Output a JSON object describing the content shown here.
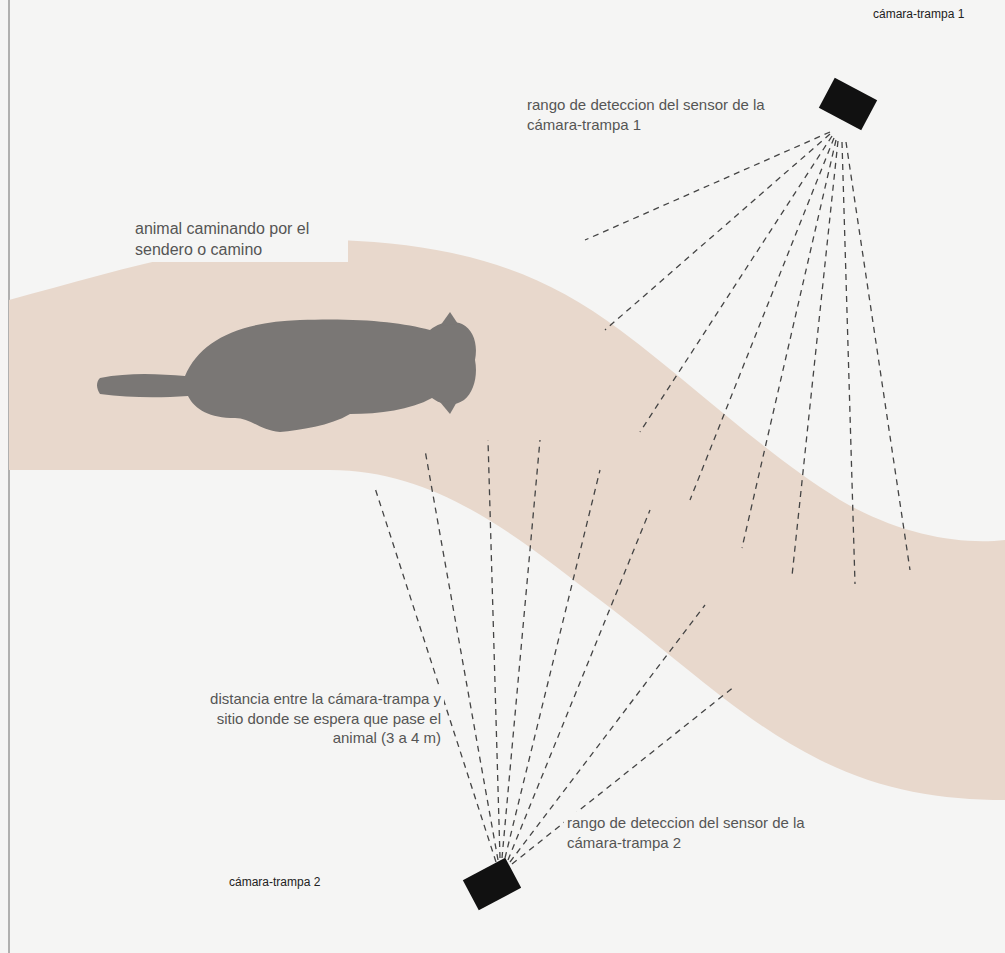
{
  "diagram": {
    "labels": [
      "cámara-trampa 1",
      "rango de deteccion del sensor de la cámara-trampa 1",
      "animal caminando por el sendero o camino",
      "distancia entre la cámara-trampa y sitio donde se espera que pase el animal (3 a 4 m)",
      "rango de deteccion del sensor de la cámara-trampa 2",
      "cámara-trampa 2"
    ]
  }
}
